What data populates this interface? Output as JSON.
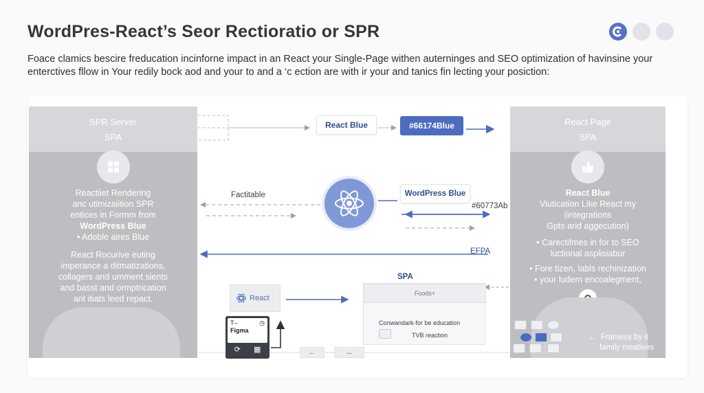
{
  "header": {
    "title": "WordPres-React’s Seor Rectioratio or SPR",
    "intro_line1": "Foace clamics bescire freducation incinforne impact in an React your Single-Page withen auterninges and SEO optimization of havinsine your",
    "intro_line2": "enterctives fllow in Your redily bock aod and your to and a ‘c ection are with ir your and tanics fin lecting your posiction:"
  },
  "window_controls": [
    "c-icon",
    "circle",
    "circle"
  ],
  "left_panel": {
    "head1": "SPR Server",
    "head2": "SPA",
    "block1": [
      "Reactiiet Rendering",
      "anc utimizaiition SPR",
      "entices in Formm from"
    ],
    "block1_strong": "WordPress Blue",
    "bullet": "• Adoble aires Blue",
    "block2": [
      "React Rocurive euting",
      "imperance a ditmatizations,",
      "collagers and umment sients",
      "and basst and ormptrication",
      "ant itiats leed repact."
    ]
  },
  "right_panel": {
    "head1": "React Page",
    "head2": "SPA",
    "strong": "React Blue",
    "block1": [
      "Viutication Like React my",
      "(integrations",
      "Gpts arid aggecution)"
    ],
    "bullet1a": "• Carectifmes in for to SEO",
    "bullet1b": "luctional asplisiabur",
    "bullet2": "• Fore tizen, labls rechinization",
    "bullet3": "•  your ludern encoalegment,",
    "footer": [
      "Framess by it",
      "family meatives"
    ]
  },
  "center": {
    "box_react_blue": "React Blue",
    "box_hex": "#66174Blue",
    "box_wp_blue": "WordPress Blue",
    "hex2": "#60773Ab",
    "factitable": "Factitable",
    "efpa": "EFPA",
    "spa": "SPA",
    "react_chip": "React",
    "screen_title": "Foods+",
    "screen_text1": "Conwandark·for be education",
    "screen_text2": "TVB reaction",
    "figma_label": "Figma",
    "figma_top": "T–"
  },
  "colors": {
    "accent": "#4d6cc0",
    "node": "#7f98d8",
    "panel": "#bdbec2",
    "panel_head": "#d6d7db"
  }
}
